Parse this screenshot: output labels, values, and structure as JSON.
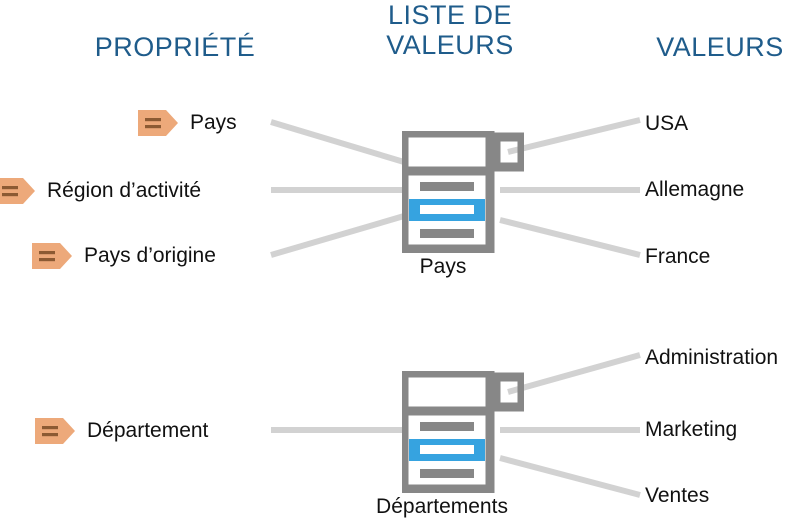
{
  "headers": {
    "left": "PROPRIÉTÉ",
    "center": "LISTE DE\nVALEURS",
    "right": "VALEURS"
  },
  "colors": {
    "header_blue": "#1F5C8B",
    "tag_fill": "#EDA97A",
    "tag_bar": "#8C5A33",
    "icon_gray": "#878787",
    "icon_bar_gray": "#878787",
    "highlight_blue": "#36A3E0",
    "connector_gray": "#D2D2D2",
    "text_black": "#111111"
  },
  "groups": [
    {
      "name": "pays-group",
      "properties": [
        {
          "label": "Pays",
          "icon": "tag-icon"
        },
        {
          "label": "Région d’activité",
          "icon": "tag-icon"
        },
        {
          "label": "Pays d’origine",
          "icon": "tag-icon"
        }
      ],
      "list": {
        "caption": "Pays",
        "icon": "list-document-icon",
        "rows": [
          "row-1",
          "row-2-selected",
          "row-3"
        ]
      },
      "values": [
        "USA",
        "Allemagne",
        "France"
      ]
    },
    {
      "name": "departement-group",
      "properties": [
        {
          "label": "Département",
          "icon": "tag-icon"
        }
      ],
      "list": {
        "caption": "Départements",
        "icon": "list-document-icon",
        "rows": [
          "row-1",
          "row-2-selected",
          "row-3"
        ]
      },
      "values": [
        "Administration",
        "Marketing",
        "Ventes"
      ]
    }
  ]
}
